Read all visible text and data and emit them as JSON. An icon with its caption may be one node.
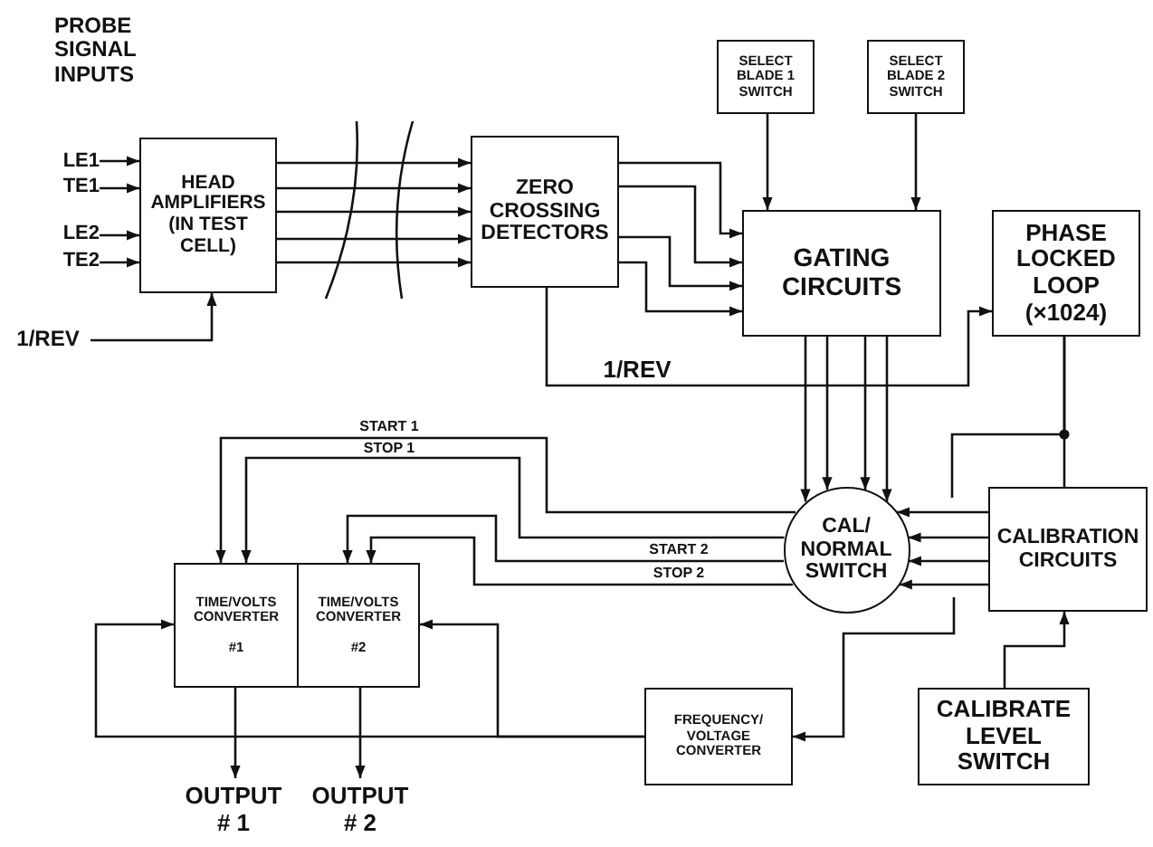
{
  "diagram": {
    "nodes": [
      {
        "text": [
          "LE1"
        ]
      },
      {
        "text": [
          "TE1"
        ]
      },
      {
        "text": [
          "LE2"
        ]
      },
      {
        "text": [
          "TE2"
        ]
      },
      {
        "text": [
          "1/REV"
        ]
      },
      {
        "text": [
          "HEAD AMPLIFIERS (IN TEST CELL)"
        ]
      },
      {
        "text": [
          "ZERO CROSSING DETECTORS"
        ]
      },
      {
        "text": [
          "SELECT BLADE 1 SWITCH"
        ]
      },
      {
        "text": [
          "SELECT BLADE 2 SWITCH"
        ]
      },
      {
        "text": [
          "GATING CIRCUITS"
        ]
      },
      {
        "text": [
          "PHASE LOCKED LOOP (×1024)"
        ]
      },
      {
        "text": [
          "CAL/ NORMAL SWITCH"
        ]
      },
      {
        "text": [
          "CALIBRATION CIRCUITS"
        ]
      },
      {
        "text": [
          "TIME/VOLTS CONVERTER",
          "#1"
        ]
      },
      {
        "text": [
          "TIME/VOLTS CONVERTER",
          "#2"
        ]
      },
      {
        "text": [
          "FREQUENCY/ VOLTAGE CONVERTER"
        ]
      },
      {
        "text": [
          "CALIBRATE LEVEL SWITCH"
        ]
      },
      {
        "text": [
          "OUTPUT # 1"
        ]
      },
      {
        "text": [
          "OUTPUT # 2"
        ]
      }
    ],
    "edges": [
      {
        "from": 0,
        "to": 5,
        "arrow": "to"
      },
      {
        "from": 1,
        "to": 5,
        "arrow": "to"
      },
      {
        "from": 2,
        "to": 5,
        "arrow": "to"
      },
      {
        "from": 3,
        "to": 5,
        "arrow": "to"
      },
      {
        "from": 4,
        "to": 5,
        "arrow": "to"
      },
      {
        "from": 5,
        "to": 6,
        "arrow": "to"
      },
      {
        "from": 5,
        "to": 6,
        "arrow": "to"
      },
      {
        "from": 5,
        "to": 6,
        "arrow": "to"
      },
      {
        "from": 5,
        "to": 6,
        "arrow": "to"
      },
      {
        "from": 5,
        "to": 6,
        "arrow": "to"
      },
      {
        "from": 6,
        "to": 9,
        "arrow": "to"
      },
      {
        "from": 6,
        "to": 9,
        "arrow": "to"
      },
      {
        "from": 6,
        "to": 9,
        "arrow": "to"
      },
      {
        "from": 6,
        "to": 9,
        "arrow": "to"
      },
      {
        "from": 6,
        "to": 10,
        "arrow": "to",
        "label": "1/REV"
      },
      {
        "from": 7,
        "to": 9,
        "arrow": "to"
      },
      {
        "from": 8,
        "to": 9,
        "arrow": "to"
      },
      {
        "from": 9,
        "to": 11,
        "arrow": "to"
      },
      {
        "from": 9,
        "to": 11,
        "arrow": "to"
      },
      {
        "from": 9,
        "to": 11,
        "arrow": "to"
      },
      {
        "from": 9,
        "to": 11,
        "arrow": "to"
      },
      {
        "from": 10,
        "to": 12,
        "arrow": "none"
      },
      {
        "from": 10,
        "to": null,
        "arrow": "none"
      },
      {
        "from": 12,
        "to": 11,
        "arrow": "to"
      },
      {
        "from": 12,
        "to": 11,
        "arrow": "to"
      },
      {
        "from": 12,
        "to": 11,
        "arrow": "to"
      },
      {
        "from": 12,
        "to": 11,
        "arrow": "to"
      },
      {
        "from": 11,
        "to": 13,
        "arrow": "to",
        "label": "START 1"
      },
      {
        "from": 11,
        "to": 13,
        "arrow": "to",
        "label": "STOP 1"
      },
      {
        "from": 11,
        "to": 14,
        "arrow": "to",
        "label": "START 2"
      },
      {
        "from": 11,
        "to": 14,
        "arrow": "to",
        "label": "STOP 2"
      },
      {
        "from": null,
        "to": 15,
        "arrow": "to"
      },
      {
        "from": 16,
        "to": 12,
        "arrow": "to"
      },
      {
        "from": 15,
        "to": 13,
        "arrow": "to"
      },
      {
        "from": 15,
        "to": 14,
        "arrow": "to"
      },
      {
        "from": 13,
        "to": 17,
        "arrow": "to"
      },
      {
        "from": 14,
        "to": 18,
        "arrow": "to"
      }
    ],
    "labels": [
      "PROBE SIGNAL INPUTS"
    ]
  }
}
